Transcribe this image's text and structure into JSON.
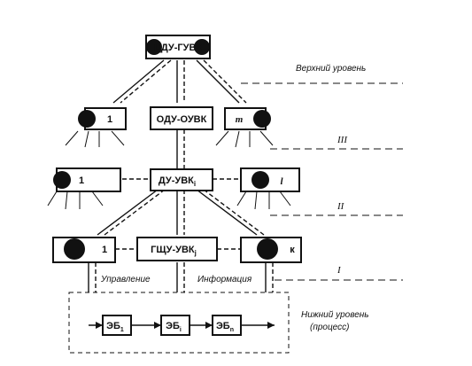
{
  "diagram": {
    "nodes": {
      "top": "ЦДУ-ГУВК",
      "l1_left": "1",
      "l1_mid": "ОДУ-ОУВК",
      "l1_right": "m",
      "l2_left": "1",
      "l2_mid_base": "ДУ-УВК",
      "l2_mid_sub": "i",
      "l2_right": "l",
      "l3_left": "1",
      "l3_mid_base": "ГЩУ-УВК",
      "l3_mid_sub": "j",
      "l3_right": "к",
      "eb1_base": "ЭБ",
      "eb1_sub": "1",
      "ebi_base": "ЭБ",
      "ebi_sub": "i",
      "ebn_base": "ЭБ",
      "ebn_sub": "n"
    },
    "labels": {
      "upper_level": "Верхний уровень",
      "level_III": "III",
      "level_II": "II",
      "level_I": "I",
      "control": "Управление",
      "information": "Информация",
      "lower_level": "Нижний уровень",
      "process": "(процесс)"
    }
  }
}
